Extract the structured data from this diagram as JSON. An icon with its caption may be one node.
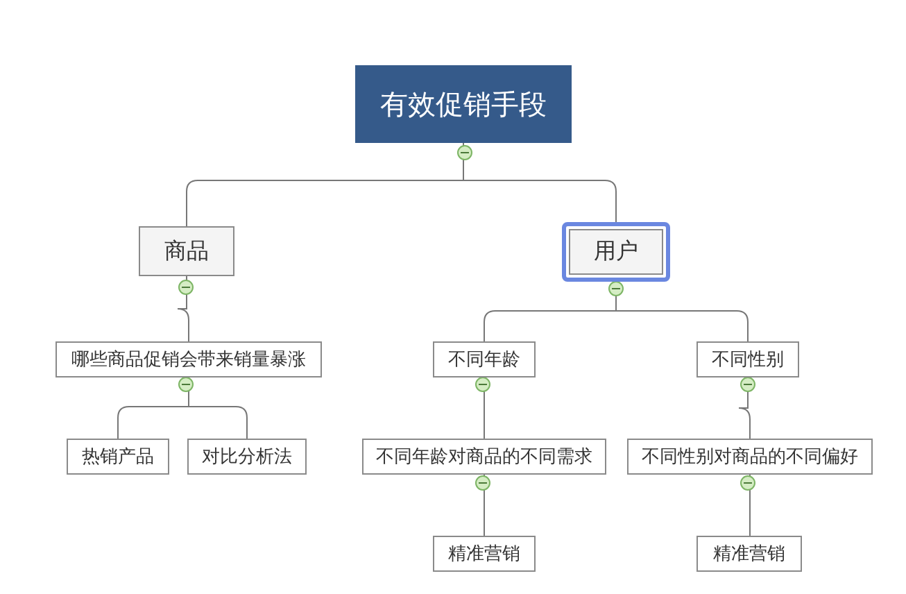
{
  "diagram": {
    "nodes": [
      {
        "text": [
          "有效促销手段"
        ]
      },
      {
        "text": [
          "商品"
        ]
      },
      {
        "text": [
          "用户"
        ]
      },
      {
        "text": [
          "哪些商品促销会带来销量暴涨"
        ]
      },
      {
        "text": [
          "热销产品"
        ]
      },
      {
        "text": [
          "对比分析法"
        ]
      },
      {
        "text": [
          "不同年龄"
        ]
      },
      {
        "text": [
          "不同性别"
        ]
      },
      {
        "text": [
          "不同年龄对商品的不同需求"
        ]
      },
      {
        "text": [
          "不同性别对商品的不同偏好"
        ]
      },
      {
        "text": [
          "精准营销"
        ]
      },
      {
        "text": [
          "精准营销"
        ]
      }
    ],
    "edges": [
      {
        "from": 0,
        "to": 1,
        "arrow": "none"
      },
      {
        "from": 0,
        "to": 2,
        "arrow": "none"
      },
      {
        "from": 1,
        "to": 3,
        "arrow": "none"
      },
      {
        "from": 3,
        "to": 4,
        "arrow": "none"
      },
      {
        "from": 3,
        "to": 5,
        "arrow": "none"
      },
      {
        "from": 2,
        "to": 6,
        "arrow": "none"
      },
      {
        "from": 2,
        "to": 7,
        "arrow": "none"
      },
      {
        "from": 6,
        "to": 8,
        "arrow": "none"
      },
      {
        "from": 7,
        "to": 9,
        "arrow": "none"
      },
      {
        "from": 8,
        "to": 10,
        "arrow": "none"
      },
      {
        "from": 9,
        "to": 11,
        "arrow": "none"
      }
    ]
  }
}
